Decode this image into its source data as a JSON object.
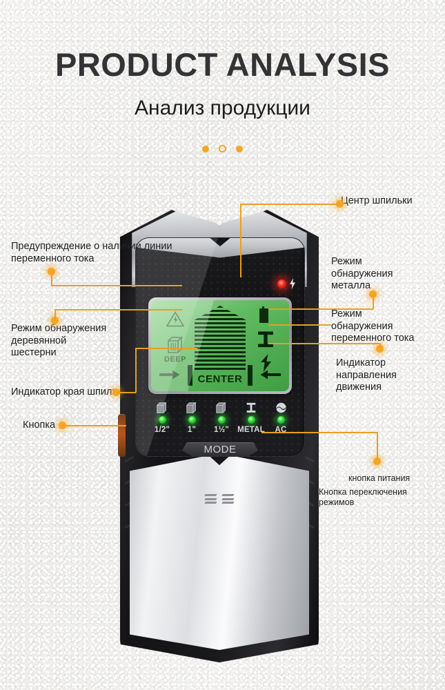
{
  "header": {
    "title": "PRODUCT ANALYSIS",
    "subtitle": "Анализ продукции",
    "dots": [
      "filled",
      "hollow",
      "filled"
    ]
  },
  "accent_colors": {
    "callout": "#f5a623",
    "callout_line": "#e8a01e",
    "text": "#232326",
    "lcd_green": "#5fb95f",
    "led_green": "#35e03a",
    "led_red": "#f52a1d",
    "side_button_orange": "#b8571f",
    "background": "#f2f1ef"
  },
  "callouts": {
    "stud_center": "Центр шпильки",
    "ac_warning": "Предупреждение о наличии линии\nпеременного тока",
    "wood_mode": "Режим обнаружения\nдеревянной\nшестерни",
    "stud_edge": "Индикатор края шпильки",
    "button": "Кнопка",
    "metal_mode": "Режим\nобнаружения\nметалла",
    "ac_mode": "Режим\nобнаружения\nпеременного тока",
    "direction_indicator": "Индикатор\nнаправления\nдвижения",
    "power_button": "кнопка питания",
    "mode_button": "Кнопка переключения\nрежимов"
  },
  "device": {
    "lcd": {
      "warning_icon": "warning-triangle-lightning-icon",
      "wood_icon": "wood-stud-cube-icon",
      "deep_label": "DEEP",
      "battery_icon": "battery-icon",
      "metal_icon": "i-beam-icon",
      "ac_icon": "lightning-bolt-icon",
      "center_label": "CENTER",
      "arrow_left": "➡",
      "arrow_right": "⬅"
    },
    "leds": [
      {
        "label": "1/2\"",
        "icon": "wood-stud-icon",
        "state": "on"
      },
      {
        "label": "1\"",
        "icon": "wood-stud-icon",
        "state": "on"
      },
      {
        "label": "1½\"",
        "icon": "wood-stud-icon",
        "state": "on"
      },
      {
        "label": "METAL",
        "icon": "i-beam-icon",
        "state": "on"
      },
      {
        "label": "AC",
        "icon": "ac-wave-icon",
        "state": "on"
      }
    ],
    "mode_button": {
      "label": "MODE",
      "power_glyph": "⏻"
    },
    "ac_alert_led": {
      "icon": "lightning-bolt-icon",
      "state": "on"
    }
  }
}
